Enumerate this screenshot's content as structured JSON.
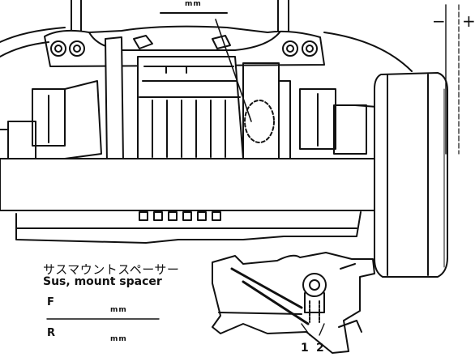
{
  "top_unit": "mm",
  "camber_minus": "−",
  "camber_plus": "+",
  "spacer_label_jp": "サスマウントスペーサー",
  "spacer_label_en": "Sus, mount spacer",
  "front_label": "F",
  "front_unit": "mm",
  "rear_label": "R",
  "rear_unit": "mm",
  "hole_number_1": "1",
  "hole_number_2": "2",
  "colors": {
    "ink": "#111111",
    "paper": "#ffffff"
  }
}
